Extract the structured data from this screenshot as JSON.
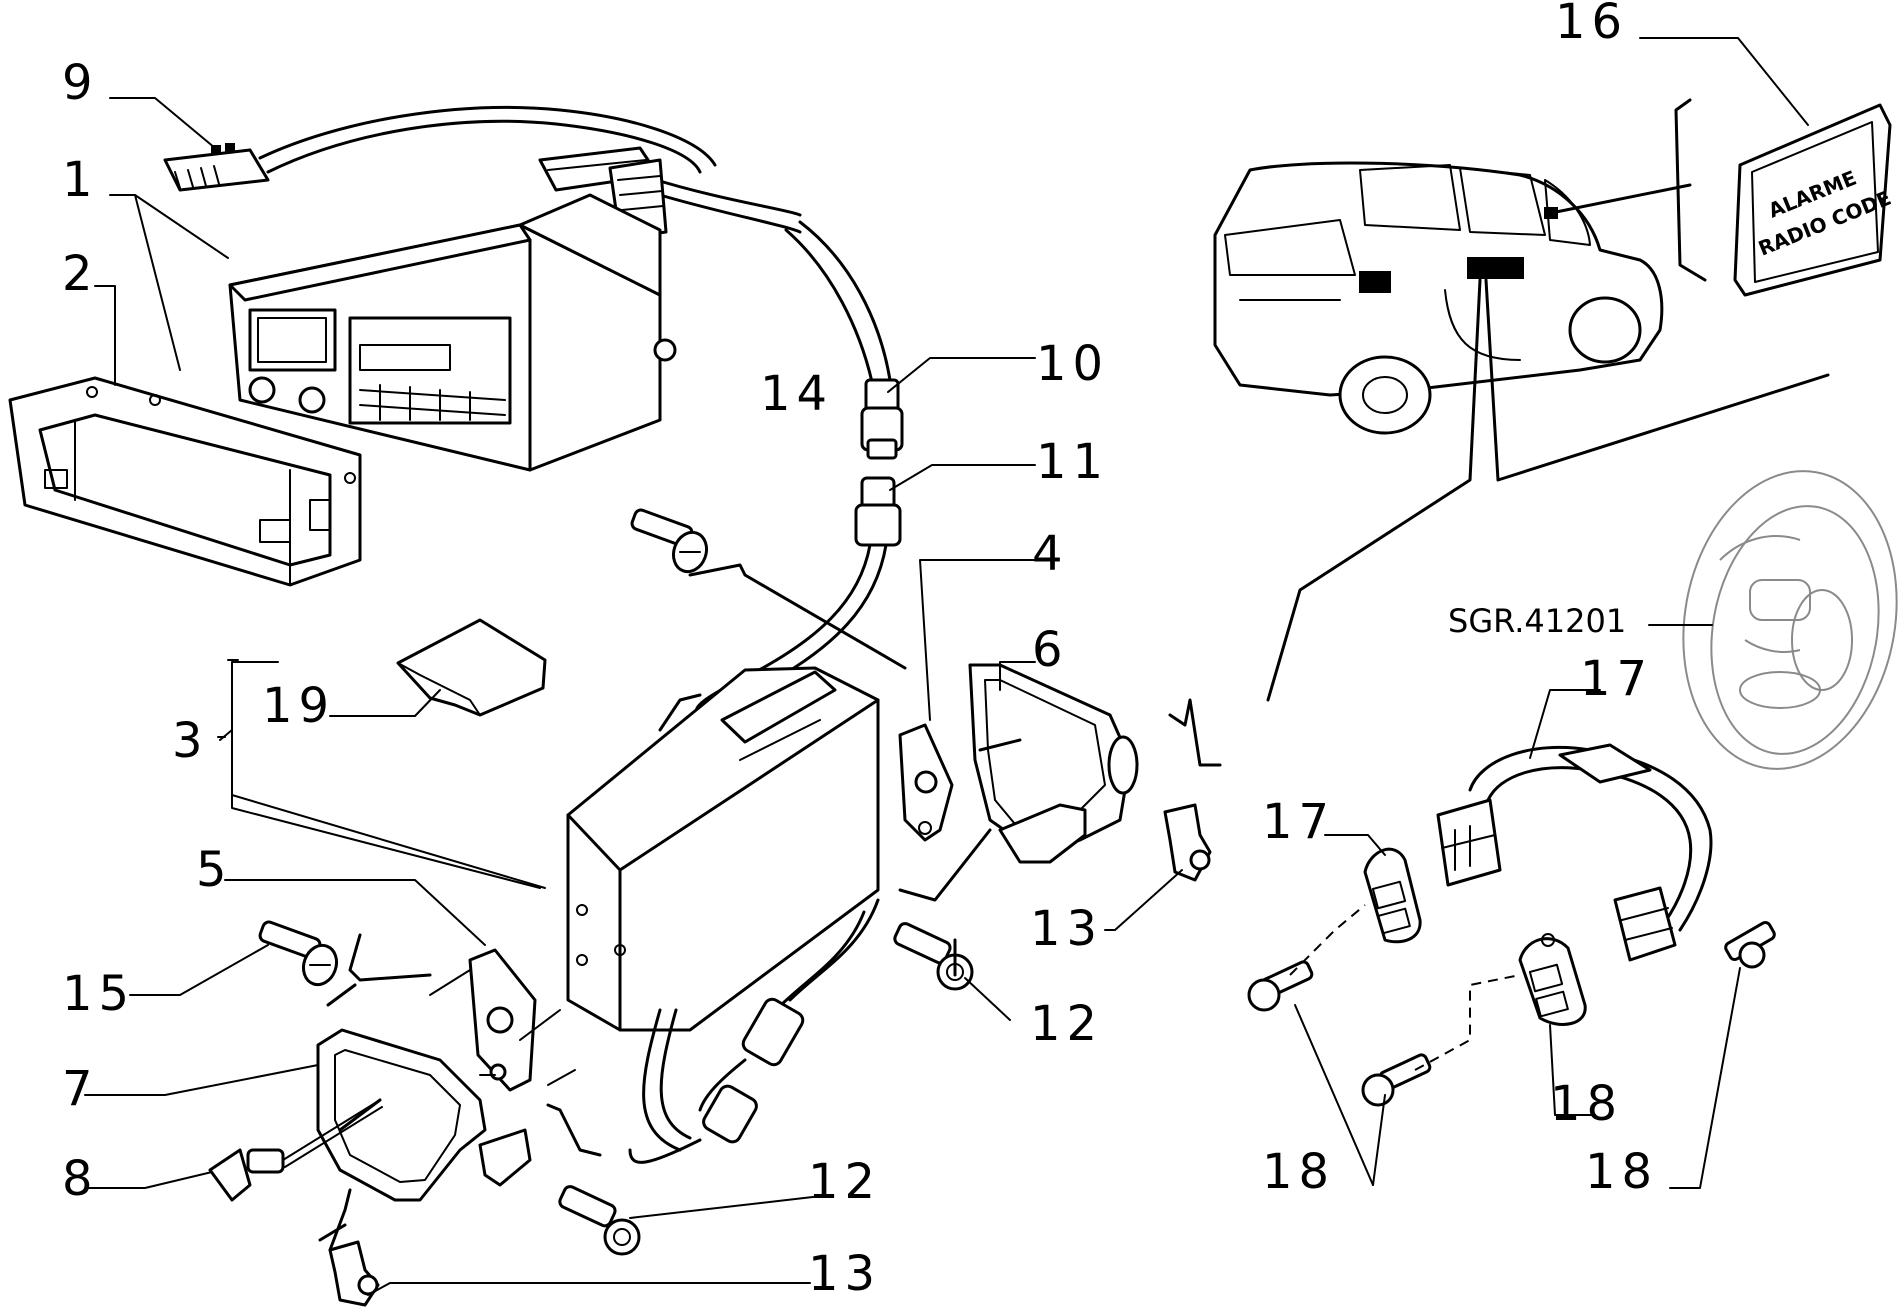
{
  "figure": {
    "reference": "SGR.41201",
    "sticker": {
      "line1": "ALARME",
      "line2": "RADIO CODE"
    }
  },
  "callouts": [
    {
      "id": "c1",
      "text": "1"
    },
    {
      "id": "c2",
      "text": "2"
    },
    {
      "id": "c3",
      "text": "3"
    },
    {
      "id": "c4",
      "text": "4"
    },
    {
      "id": "c5",
      "text": "5"
    },
    {
      "id": "c6",
      "text": "6"
    },
    {
      "id": "c7",
      "text": "7"
    },
    {
      "id": "c8",
      "text": "8"
    },
    {
      "id": "c9",
      "text": "9"
    },
    {
      "id": "c10",
      "text": "10"
    },
    {
      "id": "c11",
      "text": "11"
    },
    {
      "id": "c12a",
      "text": "12"
    },
    {
      "id": "c12b",
      "text": "12"
    },
    {
      "id": "c13a",
      "text": "13"
    },
    {
      "id": "c13b",
      "text": "13"
    },
    {
      "id": "c14a",
      "text": "14"
    },
    {
      "id": "c14b",
      "text": "14"
    },
    {
      "id": "c15",
      "text": "15"
    },
    {
      "id": "c16",
      "text": "16"
    },
    {
      "id": "c17a",
      "text": "17"
    },
    {
      "id": "c17b",
      "text": "17"
    },
    {
      "id": "c18a",
      "text": "18"
    },
    {
      "id": "c18b",
      "text": "18"
    },
    {
      "id": "c19",
      "text": "19"
    }
  ]
}
